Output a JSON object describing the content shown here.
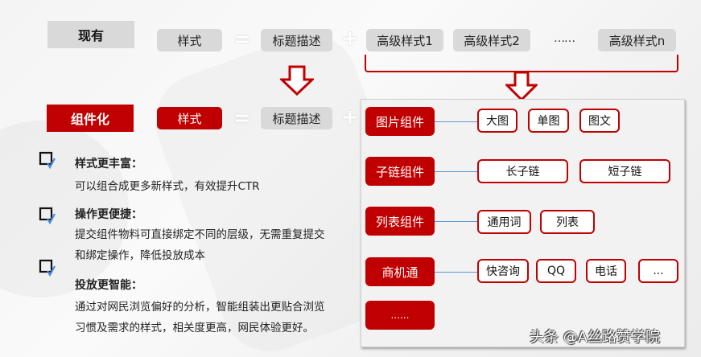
{
  "colors": {
    "accent_red": "#c00000",
    "gray_pill": "#d9d9d9",
    "connector_blue": "#5b9bd5",
    "panel_bg": "#f3f2f3"
  },
  "top_row": {
    "label": "现有",
    "style": "样式",
    "equals": "=",
    "title_desc": "标题描述",
    "plus": "+",
    "advanced": [
      "高级样式1",
      "高级样式2",
      "……",
      "高级样式n"
    ]
  },
  "component_row": {
    "label": "组件化",
    "style": "样式",
    "equals": "=",
    "title_desc": "标题描述",
    "plus": "+"
  },
  "benefits": [
    {
      "title": "样式更丰富：",
      "lines": [
        "可以组合成更多新样式，有效提升CTR"
      ]
    },
    {
      "title": "操作更便捷：",
      "lines": [
        "提交组件物料可直接绑定不同的层级，无需重复提交",
        "和绑定操作，降低投放成本"
      ]
    },
    {
      "title": "投放更智能：",
      "lines": [
        "通过对网民浏览偏好的分析，智能组装出更贴合浏览",
        "习惯及需求的样式，相关度更高，网民体验更好。"
      ]
    }
  ],
  "components": [
    {
      "name": "图片组件",
      "items": [
        "大图",
        "单图",
        "图文"
      ]
    },
    {
      "name": "子链组件",
      "items": [
        "长子链",
        "短子链"
      ]
    },
    {
      "name": "列表组件",
      "items": [
        "通用词",
        "列表"
      ]
    },
    {
      "name": "商机通",
      "items": [
        "快咨询",
        "QQ",
        "电话",
        "..."
      ]
    },
    {
      "name": "......",
      "items": []
    }
  ],
  "watermark": "头条 @A丝路赞学院"
}
